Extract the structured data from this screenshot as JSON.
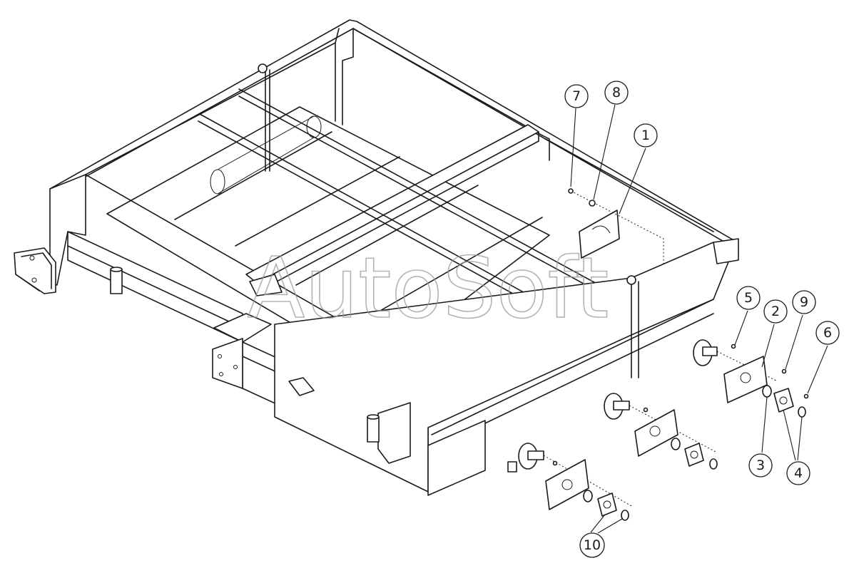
{
  "watermark": "AutoSoft",
  "callouts": [
    {
      "id": "1",
      "label": "1"
    },
    {
      "id": "2",
      "label": "2"
    },
    {
      "id": "3",
      "label": "3"
    },
    {
      "id": "4",
      "label": "4"
    },
    {
      "id": "5",
      "label": "5"
    },
    {
      "id": "6",
      "label": "6"
    },
    {
      "id": "7",
      "label": "7"
    },
    {
      "id": "8",
      "label": "8"
    },
    {
      "id": "9",
      "label": "9"
    },
    {
      "id": "10",
      "label": "10"
    }
  ]
}
